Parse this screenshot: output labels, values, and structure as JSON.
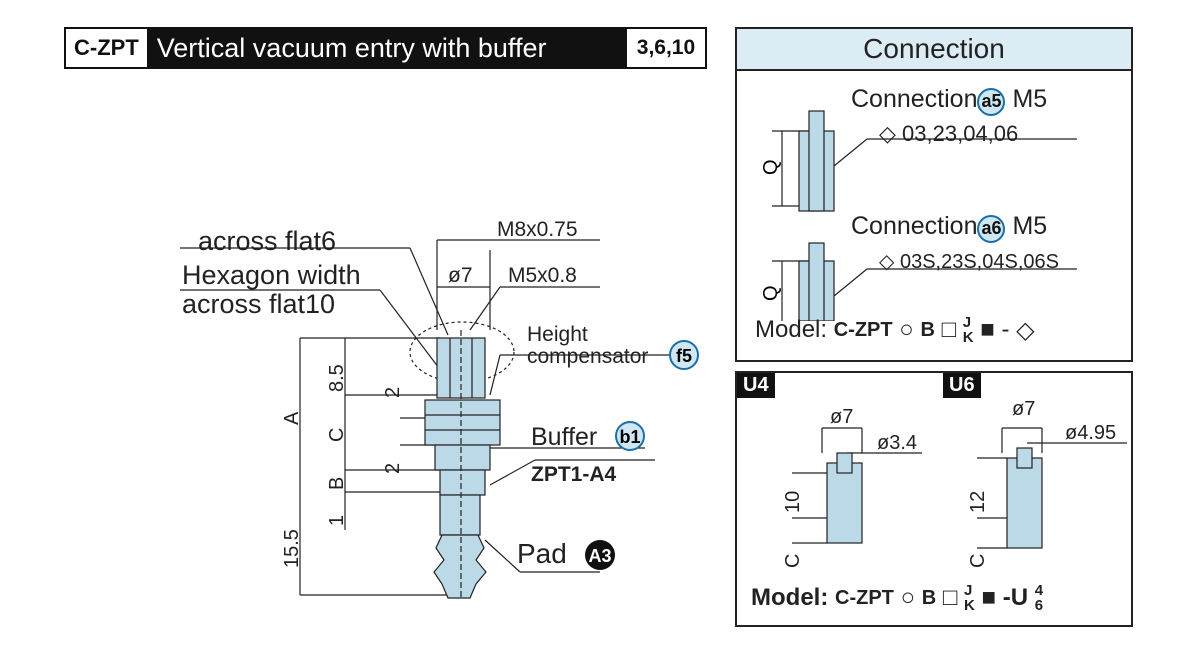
{
  "header": {
    "code": "C-ZPT",
    "title": "Vertical vacuum entry with buffer",
    "sizes": "3,6,10"
  },
  "main_drawing": {
    "across_flat6": "across flat6",
    "hexagon_width": "Hexagon width",
    "across_flat10": "across flat10",
    "m8": "M8x0.75",
    "phi7": "ø7",
    "m5": "M5x0.8",
    "height": "Height",
    "compensator": "compensator",
    "f5": "f5",
    "buffer": "Buffer",
    "b1": "b1",
    "zpt": "ZPT1-A4",
    "pad": "Pad",
    "a3": "A3",
    "dim_85": "8.5",
    "dim_2a": "2",
    "dim_2b": "2",
    "dim_A": "A",
    "dim_C": "C",
    "dim_B": "B",
    "dim_1": "1",
    "dim_155": "15.5"
  },
  "connection_panel": {
    "title": "Connection",
    "row1": {
      "label": "Connection",
      "badge": "a5",
      "thread": "M5",
      "codes": "03,23,04,06",
      "dim": "Q"
    },
    "row2": {
      "label": "Connection",
      "badge": "a6",
      "thread": "M5",
      "codes": "03S,23S,04S,06S",
      "dim": "Q"
    },
    "model": {
      "label": "Model:",
      "code": "C-ZPT",
      "b": "B",
      "j": "J",
      "k": "K",
      "dash": "-"
    }
  },
  "u_panel": {
    "u4": {
      "tag": "U4",
      "phi": "ø7",
      "inner": "ø3.4",
      "height": "10",
      "c": "C"
    },
    "u6": {
      "tag": "U6",
      "phi": "ø7",
      "inner": "ø4.95",
      "height": "12",
      "c": "C"
    },
    "model": {
      "label": "Model:",
      "code": "C-ZPT",
      "b": "B",
      "j": "J",
      "k": "K",
      "dash": "-U",
      "n4": "4",
      "n6": "6"
    }
  },
  "colors": {
    "accent_blue": "#cfe6f3",
    "part_blue": "#bcd9e8",
    "header_bg": "#111111"
  }
}
